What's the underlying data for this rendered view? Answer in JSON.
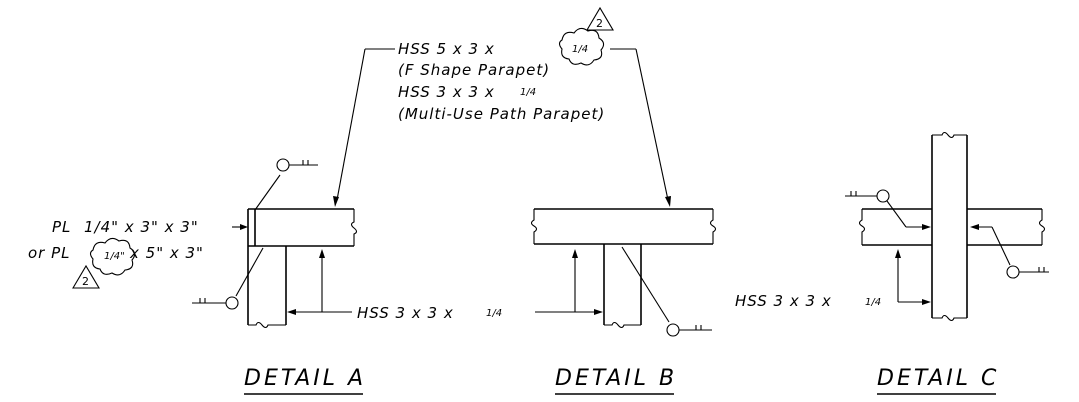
{
  "callouts": {
    "top_line1_main": "HSS 5 x 3 x",
    "top_line1_frac": "1/4",
    "top_line2": "(F Shape Parapet)",
    "top_line3_main": "HSS 3 x 3 x",
    "top_line3_frac": "1/4",
    "top_line4": "(Multi-Use Path Parapet)",
    "plate_line1_main": "PL",
    "plate_line1_rest": "1/4\" x 3\" x 3\"",
    "plate_line2_prefix": "or PL",
    "plate_line2_frac": "1/4\"",
    "plate_line2_rest": "x 5\" x 3\"",
    "hss_mid_main": "HSS  3 x 3 x",
    "hss_mid_frac": "1/4",
    "hss_right_main": "HSS 3 x 3 x",
    "hss_right_frac": "1/4"
  },
  "revision": {
    "top_number": "2",
    "left_number": "2"
  },
  "titles": {
    "detail_a": "DETAIL A",
    "detail_b": "DETAIL B",
    "detail_c": "DETAIL C"
  }
}
